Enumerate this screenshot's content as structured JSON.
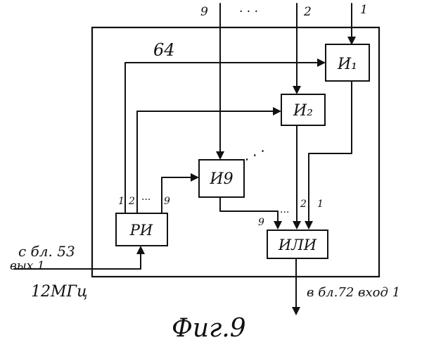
{
  "block_number": "64",
  "blocks": {
    "and1": "И₁",
    "and2": "И₂",
    "and9": "И9",
    "ri": "РИ",
    "or": "ИЛИ"
  },
  "top_inputs": {
    "in9": "9",
    "dots": "· · ·",
    "in2": "2",
    "in1": "1"
  },
  "ri_outputs": {
    "out1": "1",
    "out2": "2",
    "dots": "···",
    "out9": "9"
  },
  "or_inputs": {
    "in9": "9",
    "dots": "···",
    "in2": "2",
    "in1": "1"
  },
  "diagonal_dots": "· · ·",
  "input_source": {
    "line1": "с бл. 53",
    "line2": "вых.1",
    "line3": "12МГц"
  },
  "output_target": "в бл.72 вход 1",
  "caption": "Фиг.9"
}
